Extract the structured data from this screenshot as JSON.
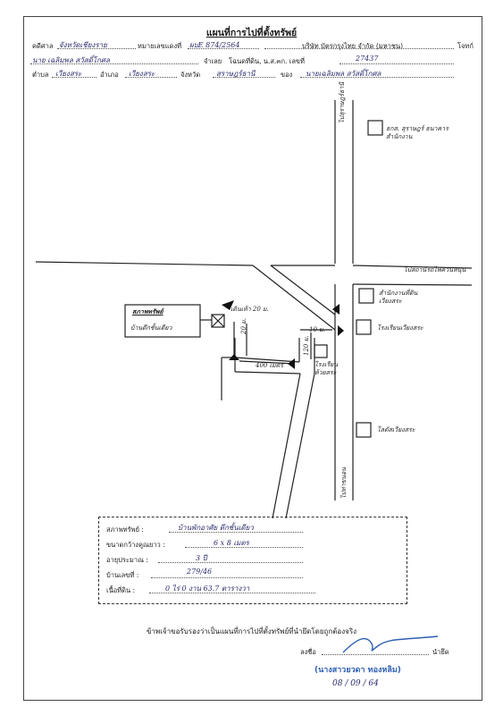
{
  "title": "แผนที่การไปที่ตั้งทรัพย์",
  "header": {
    "case_label": "คดีศาล",
    "case_value": "จังหวัดเชียงราย",
    "black_no_label": "หมายเลขแดงที่",
    "black_no_value": "ผบE 874/2564",
    "plaintiff_value": "บริษัท บัตรกรุงไทย จำกัด (มหาชน)",
    "plaintiff_label": "โจทก์",
    "defendant_value": "นาย เฉลิมพล สวัสดิ์โกศล",
    "defendant_label": "จำเลย",
    "deed_label": "โฉนดที่ดิน, น.ส.๓ก. เลขที่",
    "deed_value": "27437",
    "subdistrict_label": "ตำบล",
    "subdistrict_value": "เวียงสระ",
    "district_label": "อำเภอ",
    "district_value": "เวียงสระ",
    "province_label": "จังหวัด",
    "province_value": "สุราษฎร์ธานี",
    "owner_label": "ของ",
    "owner_value": "นายเฉลิมพล สวัสดิ์โกศล"
  },
  "map": {
    "road_north": "ไปสุราษฎร์ธานี",
    "road_east": "ไปสถานีรถไฟควนหนุน",
    "road_south": "ไปท่าขนอน",
    "landmark_bank": "ธกส. สุราษฎร์ ธนาคาร สำนักงาน",
    "landmark_office": "สำนักงานที่ดินเวียงสระ",
    "landmark_school": "โรงเรียนเวียงสระ",
    "landmark_lotus": "โลตัสเวียงสระ",
    "landmark_temple": "โรงเรียน ห้วยสระ",
    "property_label": "สภาพทรัพย์",
    "property_desc": "บ้านตึกชั้นเดียว",
    "walk_label": "เดินเท้า 20 ม.",
    "dist_20": "20 ม.",
    "dist_120": "120 ม.",
    "dist_400": "400 เมตร",
    "dist_10": "10 ม."
  },
  "details": {
    "type_label": "สภาพทรัพย์ :",
    "type_value": "บ้านพักอาศัย ตึกชั้นเดียว",
    "size_label": "ขนาดกว้างคูณยาว :",
    "size_value": "6 x 8 เมตร",
    "age_label": "อายุประมาณ :",
    "age_value": "3 ปี",
    "house_no_label": "บ้านเลขที่ :",
    "house_no_value": "279/46",
    "area_label": "เนื้อที่ดิน :",
    "area_value": "0 ไร่ 0 งาน 63.7 ตารางวา"
  },
  "certification": "ข้าพเจ้าขอรับรองว่าเป็นแผนที่การไปที่ตั้งทรัพย์ที่นำยึดโดยถูกต้องจริง",
  "sign_label": "ลงชื่อ",
  "sign_role": "นำยึด",
  "signer_name": "(นางสาวยวดา ทองหลิม)",
  "sign_date": "08 / 09 / 64",
  "colors": {
    "ink": "#1a1a1a",
    "handwriting": "#2b2b6e",
    "stamp": "#2f5fb3"
  }
}
